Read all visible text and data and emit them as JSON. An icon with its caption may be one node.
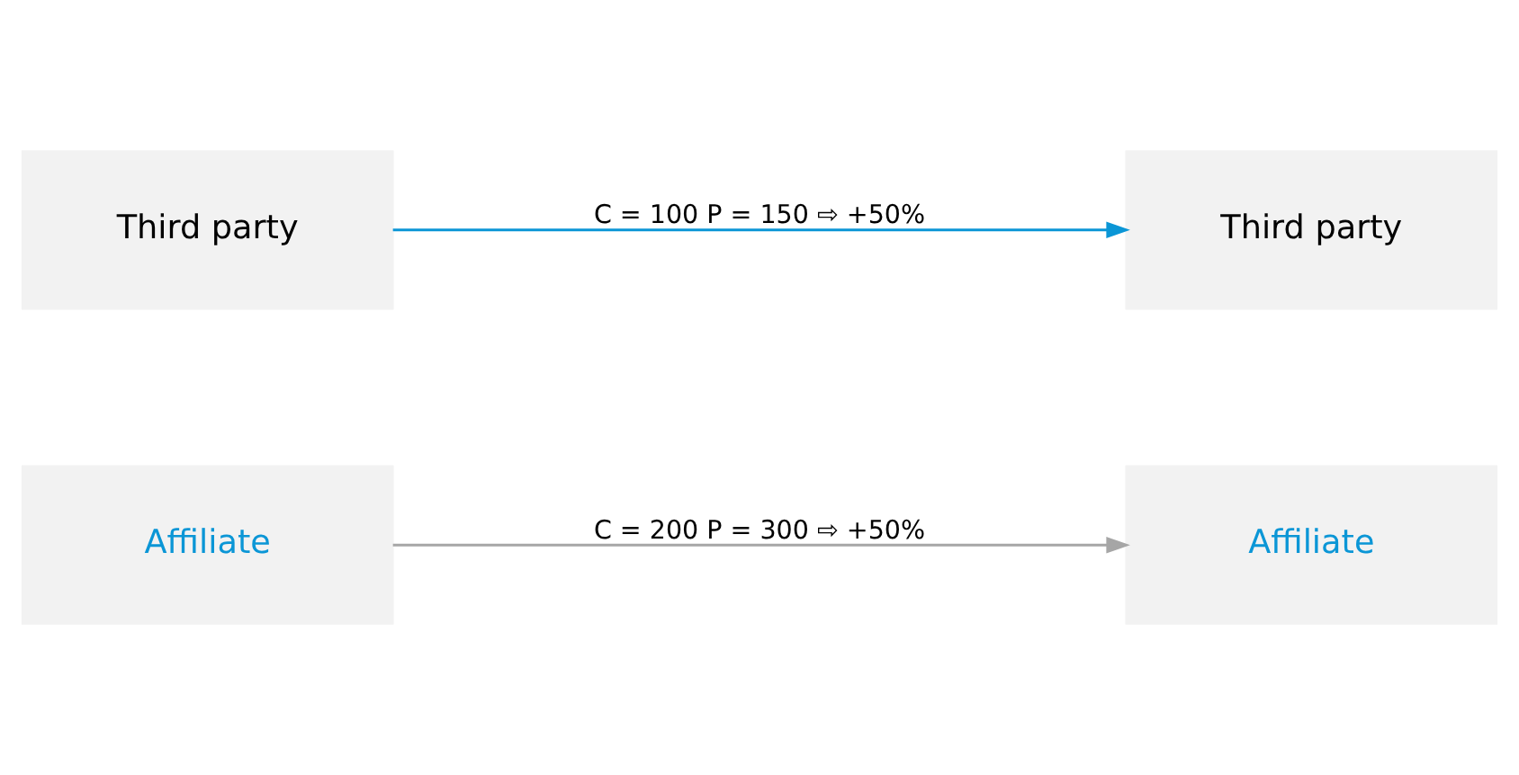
{
  "diagram": {
    "nodes": [
      {
        "text": [
          "Affiliate"
        ]
      },
      {
        "text": [
          "Affiliate"
        ]
      },
      {
        "text": [
          "Third party"
        ]
      },
      {
        "text": [
          "Third party"
        ]
      }
    ],
    "edges": [
      {
        "from": 0,
        "to": 1,
        "arrow": "to",
        "label": "C = 200 P = 300 ⇨ +50%",
        "color": "#a6a6a6"
      },
      {
        "from": 2,
        "to": 3,
        "arrow": "to",
        "label": "C = 100 P = 150 ⇨ +50%",
        "color": "#0b96d6"
      }
    ]
  }
}
